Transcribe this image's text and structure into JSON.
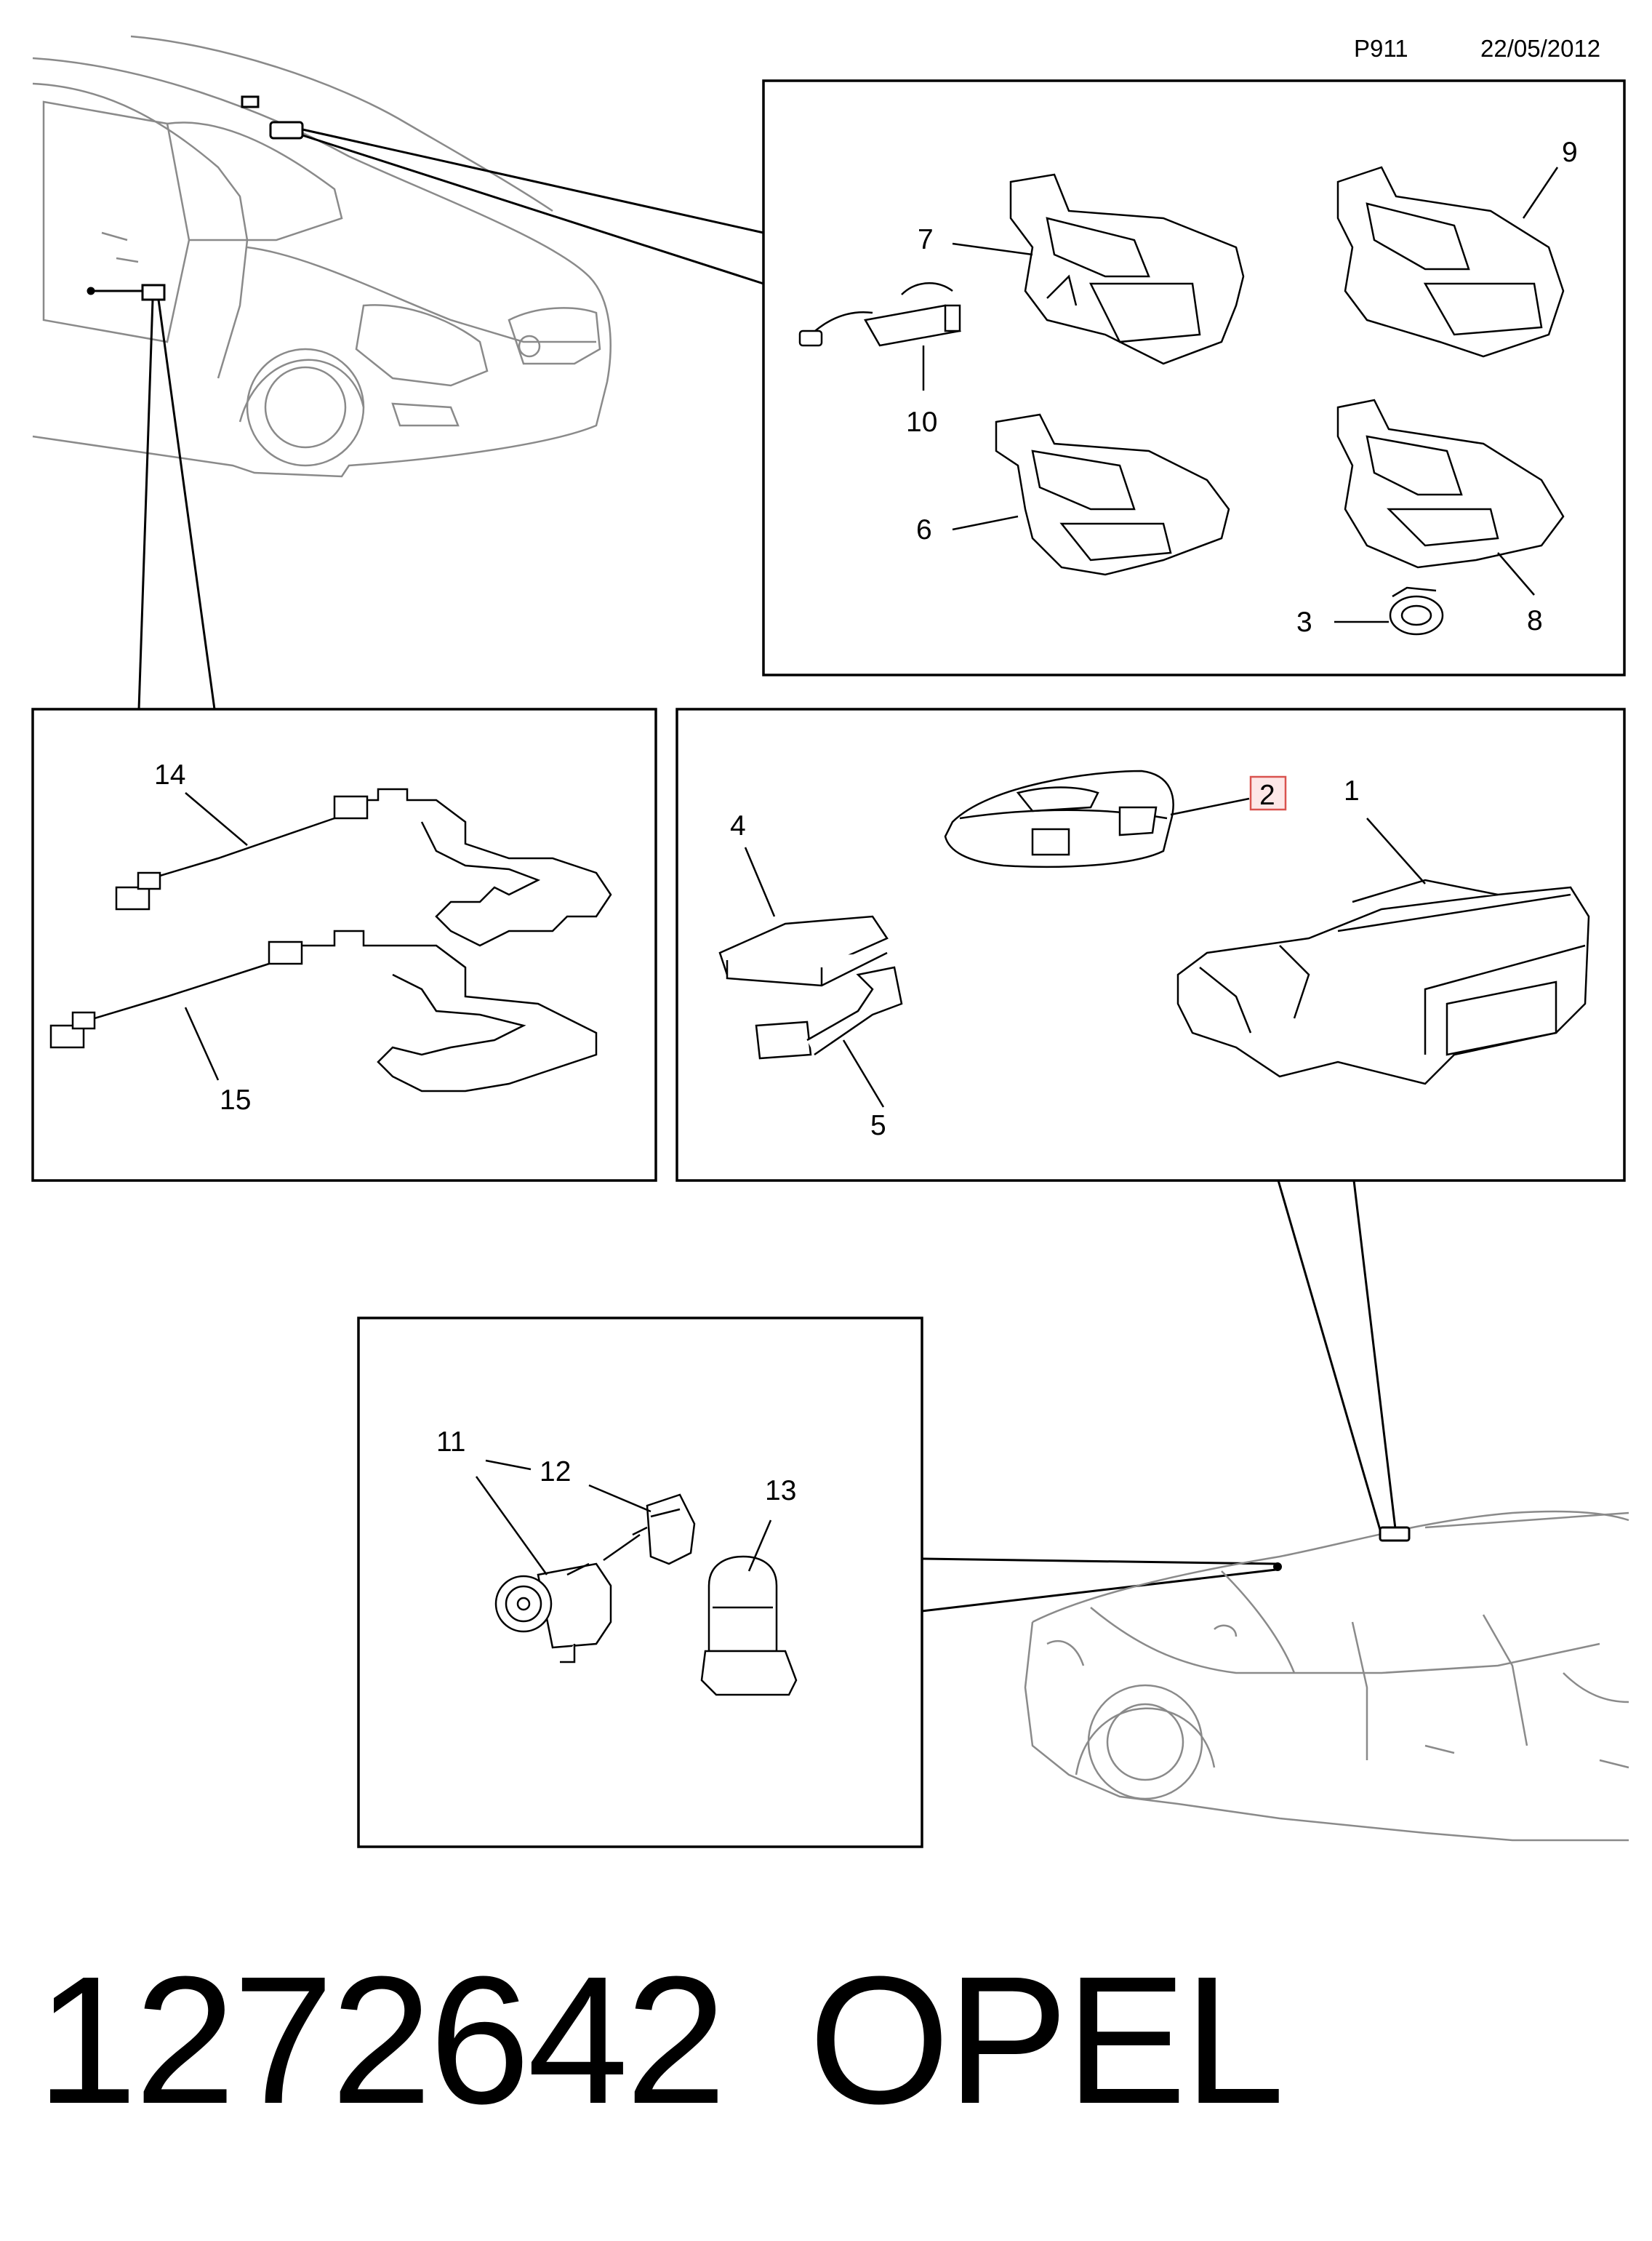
{
  "header": {
    "code": "P911",
    "date": "22/05/2012"
  },
  "callouts": {
    "p1": "1",
    "p2": "2",
    "p3": "3",
    "p4": "4",
    "p5": "5",
    "p6": "6",
    "p7": "7",
    "p8": "8",
    "p9": "9",
    "p10": "10",
    "p11": "11",
    "p12": "12",
    "p13": "13",
    "p14": "14",
    "p15": "15"
  },
  "highlighted_callout": "2",
  "colors": {
    "highlight_fill": "#fde7e7",
    "highlight_stroke": "#d9534f",
    "line": "#000000",
    "sketch": "#8a8a8a"
  },
  "footer": {
    "part_number": "1272642",
    "brand": "OPEL"
  }
}
